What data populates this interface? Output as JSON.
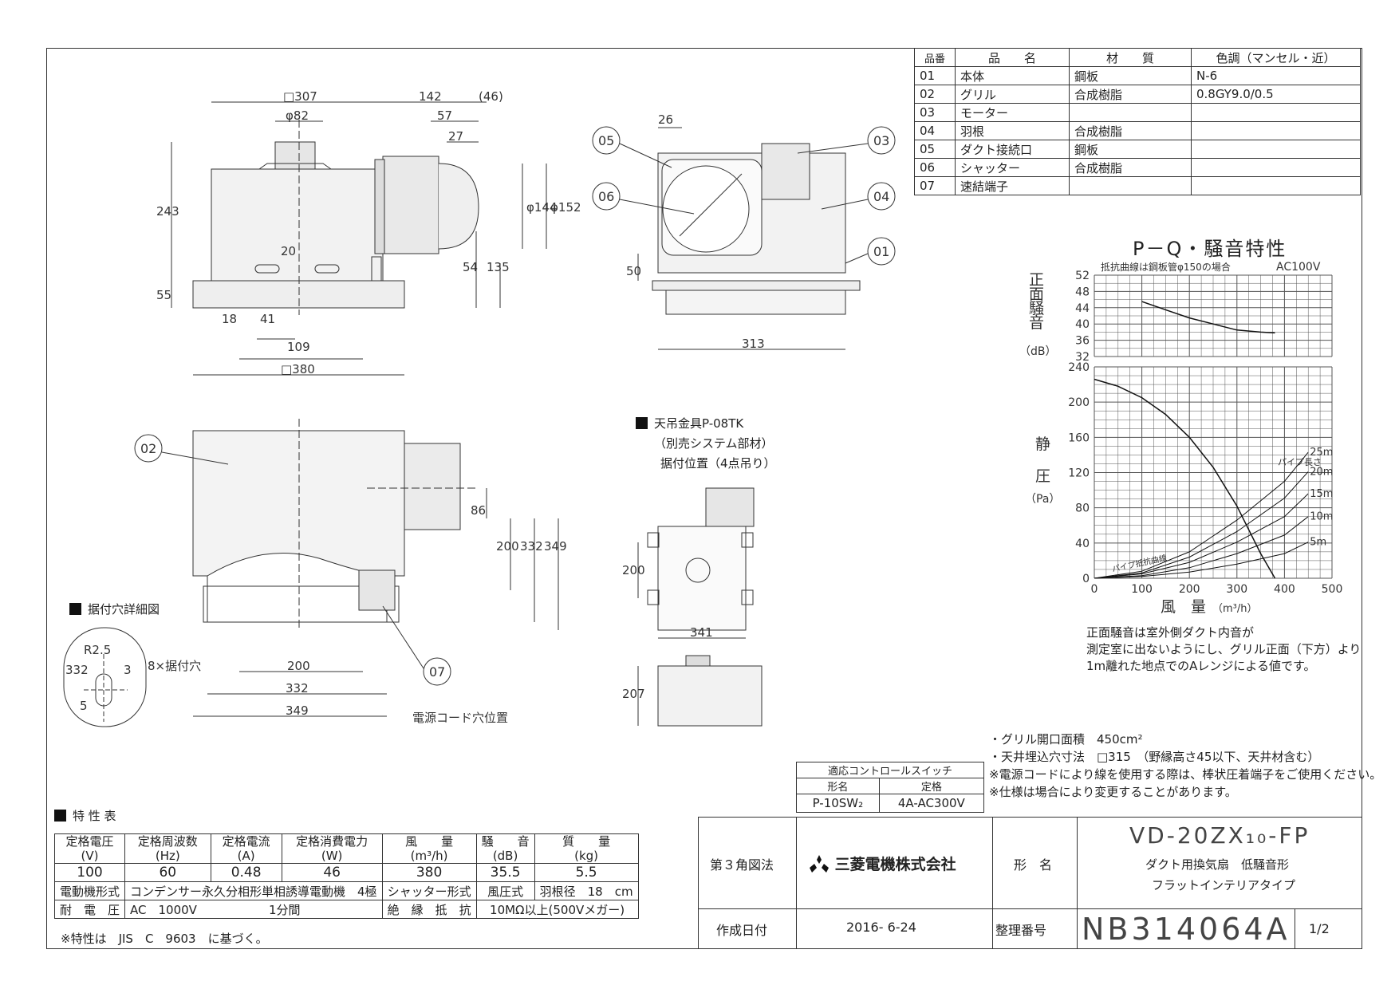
{
  "parts_table": {
    "headers": [
      "品番",
      "品　　名",
      "材　　質",
      "色調（マンセル・近）"
    ],
    "rows": [
      [
        "01",
        "本体",
        "鋼板",
        "N-6"
      ],
      [
        "02",
        "グリル",
        "合成樹脂",
        "0.8GY9.0/0.5"
      ],
      [
        "03",
        "モーター",
        "",
        ""
      ],
      [
        "04",
        "羽根",
        "合成樹脂",
        ""
      ],
      [
        "05",
        "ダクト接続口",
        "鋼板",
        ""
      ],
      [
        "06",
        "シャッター",
        "合成樹脂",
        ""
      ],
      [
        "07",
        "速結端子",
        "",
        ""
      ]
    ]
  },
  "dimensions": {
    "top_view": [
      "□307",
      "142",
      "(46)",
      "φ82",
      "57",
      "27",
      "243",
      "φ144",
      "φ152",
      "20",
      "54",
      "135",
      "50",
      "55",
      "18",
      "41",
      "109",
      "□380"
    ],
    "side_view": [
      "26",
      "313"
    ],
    "bottom_view": [
      "86",
      "200",
      "332",
      "349",
      "200",
      "332",
      "349"
    ],
    "hanger_view": [
      "200",
      "341",
      "207"
    ],
    "detail_view": [
      "332",
      "R2.5",
      "3",
      "5",
      "8×据付穴"
    ]
  },
  "callouts": [
    "01",
    "02",
    "03",
    "04",
    "05",
    "06",
    "07"
  ],
  "labels": {
    "hanger_title": "天吊金具P-08TK",
    "hanger_sub1": "（別売システム部材）",
    "hanger_sub2": "据付位置（4点吊り）",
    "detail_title": "据付穴詳細図",
    "power_cord": "電源コード穴位置"
  },
  "chart_data": {
    "type": "line",
    "title": "P－Q・騒音特性",
    "note_left": "抵抗曲線は鋼板管φ150の場合",
    "note_right": "AC100V",
    "noise": {
      "ylabel_chars": [
        "正",
        "面",
        "騒",
        "音"
      ],
      "unit": "（dB）",
      "y_ticks": [
        52,
        48,
        44,
        40,
        36,
        32
      ],
      "ylim": [
        32,
        52
      ],
      "series": {
        "x": [
          100,
          150,
          200,
          250,
          300,
          350,
          380
        ],
        "y": [
          45.5,
          43.5,
          41.5,
          40,
          38.5,
          38,
          37.8
        ]
      }
    },
    "pq": {
      "ylabel_chars": [
        "静",
        "圧"
      ],
      "unit": "（Pa）",
      "y_ticks": [
        240,
        200,
        160,
        120,
        80,
        40,
        0
      ],
      "ylim": [
        0,
        240
      ],
      "x_ticks": [
        0,
        100,
        200,
        300,
        400,
        500
      ],
      "xlim": [
        0,
        500
      ],
      "xlabel": "風　量",
      "xunit": "（m³/h）",
      "pq_curve": {
        "x": [
          0,
          50,
          100,
          150,
          200,
          250,
          300,
          350,
          380
        ],
        "y": [
          226,
          218,
          205,
          186,
          160,
          126,
          82,
          28,
          0
        ]
      },
      "pipe_label": "パイプ長さ",
      "resistance_label": "パイプ抵抗曲線",
      "resistance": [
        {
          "name": "25m",
          "x": [
            0,
            100,
            200,
            300,
            400,
            450
          ],
          "y": [
            0,
            8,
            30,
            66,
            110,
            143
          ]
        },
        {
          "name": "20m",
          "x": [
            0,
            100,
            200,
            300,
            400,
            450
          ],
          "y": [
            0,
            6,
            24,
            53,
            91,
            121
          ]
        },
        {
          "name": "15m",
          "x": [
            0,
            100,
            200,
            300,
            400,
            450
          ],
          "y": [
            0,
            5,
            18,
            41,
            70,
            96
          ]
        },
        {
          "name": "10m",
          "x": [
            0,
            100,
            200,
            300,
            400,
            450
          ],
          "y": [
            0,
            3,
            12,
            28,
            49,
            70
          ]
        },
        {
          "name": "5m",
          "x": [
            0,
            100,
            200,
            300,
            400,
            450
          ],
          "y": [
            0,
            2,
            7,
            16,
            28,
            41
          ]
        }
      ]
    },
    "footnote": [
      "正面騒音は室外側ダクト内音が",
      "測定室に出ないようにし、グリル正面（下方）より",
      "1m離れた地点でのAレンジによる値です。"
    ]
  },
  "spec_notes": [
    "・グリル開口面積　450cm²",
    "・天井埋込穴寸法　□315　（野縁高さ45以下、天井材含む）",
    "※電源コードにより線を使用する際は、棒状圧着端子をご使用ください。",
    "※仕様は場合により変更することがあります。"
  ],
  "switch_table": {
    "title": "適応コントロールスイッチ",
    "h1": "形名",
    "h2": "定格",
    "v1": "P-10SW₂",
    "v2": "4A-AC300V"
  },
  "characteristics": {
    "title": "特 性 表",
    "headers": [
      [
        "定格電圧",
        "(V)"
      ],
      [
        "定格周波数",
        "(Hz)"
      ],
      [
        "定格電流",
        "(A)"
      ],
      [
        "定格消費電力",
        "(W)"
      ],
      [
        "風　　量",
        "(m³/h)"
      ],
      [
        "騒　　音",
        "(dB)"
      ],
      [
        "質　　量",
        "(kg)"
      ]
    ],
    "values": [
      "100",
      "60",
      "0.48",
      "46",
      "380",
      "35.5",
      "5.5"
    ],
    "motor_label": "電動機形式",
    "motor_value": "コンデンサー永久分相形単相誘導電動機　4極",
    "shutter_label": "シャッター形式",
    "shutter_value": "風圧式",
    "blade_label": "羽根径",
    "blade_value": "18　cm",
    "withstand_label": "耐　電　圧",
    "withstand_value": "AC　1000V",
    "withstand_time": "1分間",
    "insulation_label": "絶　縁　抵　抗",
    "insulation_value": "10MΩ以上(500Vメガー)",
    "footnote": "※特性は　JIS　C　9603　に基づく。"
  },
  "title_block": {
    "projection": "第３角図法",
    "company": "三菱電機株式会社",
    "model_label": "形　名",
    "model": "VD-20ZX₁₀-FP",
    "desc1": "ダクト用換気扇　低騒音形",
    "desc2": "フラットインテリアタイプ",
    "date_label": "作成日付",
    "date": "2016- 6-24",
    "doc_label": "整理番号",
    "doc_no": "NB314064A",
    "page": "1/2"
  }
}
